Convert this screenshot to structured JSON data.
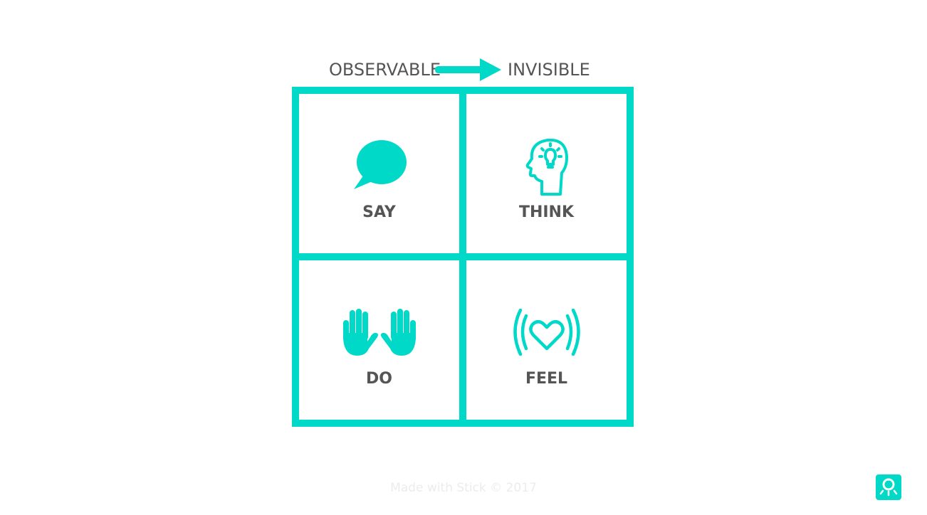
{
  "header": {
    "left_label": "OBSERVABLE",
    "right_label": "INVISIBLE",
    "arrow_icon": "arrow-right-icon"
  },
  "quadrants": [
    {
      "label": "SAY",
      "icon": "speech-bubble-icon"
    },
    {
      "label": "THINK",
      "icon": "head-lightbulb-icon"
    },
    {
      "label": "DO",
      "icon": "raised-hands-icon"
    },
    {
      "label": "FEEL",
      "icon": "heart-waves-icon"
    }
  ],
  "footer": {
    "credit": "Made with Stick © 2017"
  },
  "logo": {
    "icon": "stick-logo-icon"
  },
  "colors": {
    "accent": "#00d8c8",
    "text": "#555555",
    "background": "#ffffff"
  }
}
